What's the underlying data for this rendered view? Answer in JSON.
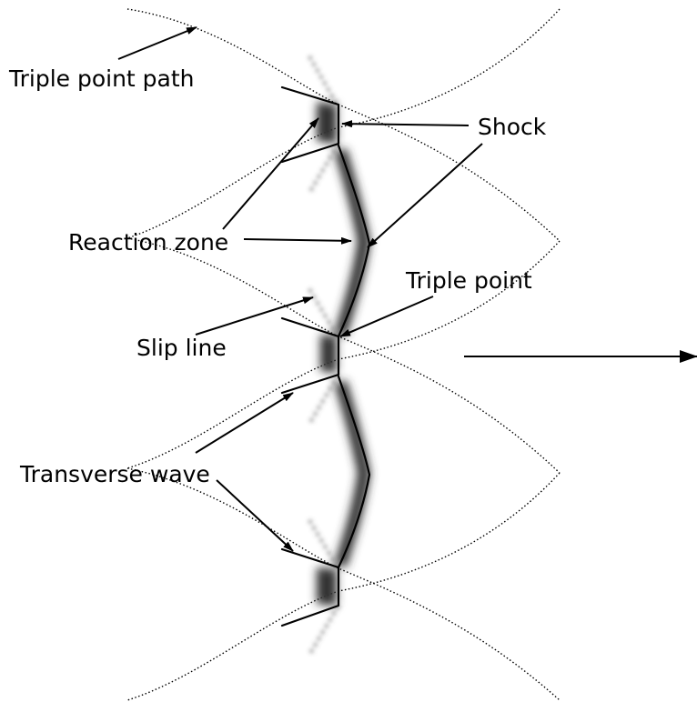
{
  "labels": {
    "triple_point_path": "Triple point path",
    "shock": "Shock",
    "reaction_zone": "Reaction zone",
    "triple_point": "Triple point",
    "slip_line": "Slip line",
    "transverse_wave": "Transverse wave"
  },
  "colors": {
    "line": "#000000",
    "reaction_zone_shade": "#333333",
    "background": "#ffffff"
  }
}
